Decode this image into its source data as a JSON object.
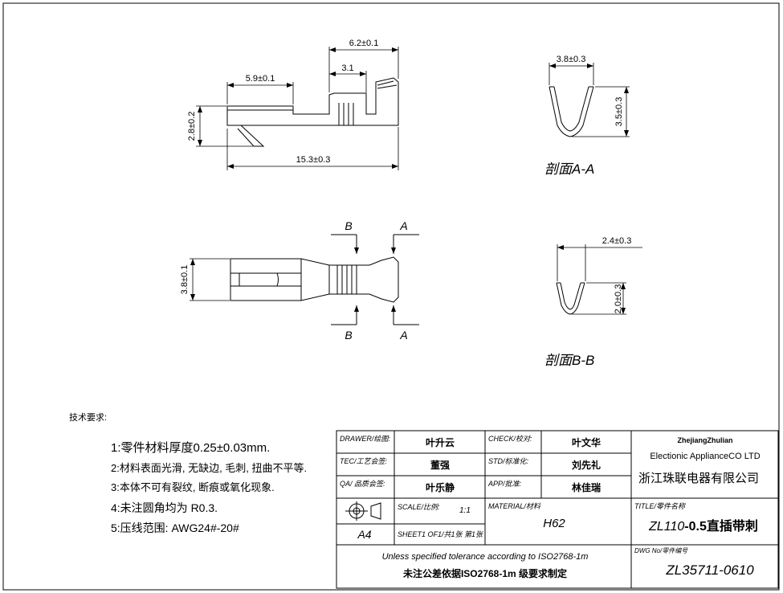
{
  "dimensions": {
    "top_overall": "6.2±0.1",
    "top_crimp": "3.1",
    "top_left": "5.9±0.1",
    "top_height": "2.8±0.2",
    "top_length": "15.3±0.3",
    "plan_width": "3.8±0.1",
    "aa_width": "3.8±0.3",
    "aa_height": "3.5±0.3",
    "bb_width": "2.4±0.3",
    "bb_height": "2.0±0.3"
  },
  "section_marks": {
    "a": "A",
    "b": "B"
  },
  "section_titles": {
    "aa": "剖面A-A",
    "bb": "剖面B-B"
  },
  "notes": {
    "title": "技术要求:",
    "items": [
      "1:零件材料厚度0.25±0.03mm.",
      "2:材料表面光滑, 无缺边, 毛刺, 扭曲不平等.",
      "3:本体不可有裂纹, 断痕或氧化现象.",
      "4:未注圆角均为 R0.3.",
      "5:压线范围: AWG24#-20#"
    ]
  },
  "title_block": {
    "drawer_label": "DRAWER/绘图:",
    "drawer": "叶升云",
    "check_label": "CHECK/校对:",
    "check": "叶文华",
    "tec_label": "TEC/工艺会签:",
    "tec": "董强",
    "std_label": "STD/标准化:",
    "std": "刘先礼",
    "qa_label": "QA/ 品质会签:",
    "qa": "叶乐静",
    "app_label": "APP/批准:",
    "app": "林佳瑞",
    "company_en1": "ZhejiangZhulian",
    "company_en2": "Electionic ApplianceCO LTD",
    "company_cn": "浙江珠联电器有限公司",
    "scale_label": "SCALE/比例:",
    "scale": "1:1",
    "material_label": "MATERIAL/材料",
    "material": "H62",
    "title_label": "TITLE/零件名称",
    "title_prefix": "ZL110",
    "title_cn": "-0.5直插带刺",
    "paper_size": "A4",
    "sheet": "SHEET1 OF1/共1张 第1张",
    "tolerance_en": "Unless specified tolerance according to ISO2768-1m",
    "tolerance_cn": "未注公差依据ISO2768-1m 级要求制定",
    "dwg_label": "DWG No/零件编号",
    "dwg_no": "ZL35711-0610"
  }
}
